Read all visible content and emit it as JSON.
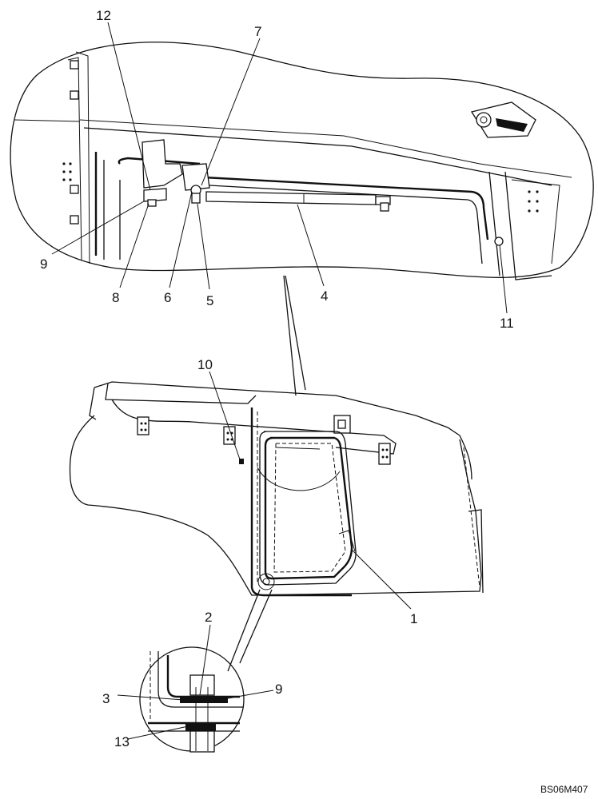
{
  "callouts": [
    {
      "id": "c12",
      "text": "12"
    },
    {
      "id": "c7",
      "text": "7"
    },
    {
      "id": "c9a",
      "text": "9"
    },
    {
      "id": "c8",
      "text": "8"
    },
    {
      "id": "c6",
      "text": "6"
    },
    {
      "id": "c5",
      "text": "5"
    },
    {
      "id": "c4",
      "text": "4"
    },
    {
      "id": "c11",
      "text": "11"
    },
    {
      "id": "c10",
      "text": "10"
    },
    {
      "id": "c1",
      "text": "1"
    },
    {
      "id": "c2",
      "text": "2"
    },
    {
      "id": "c9b",
      "text": "9"
    },
    {
      "id": "c3",
      "text": "3"
    },
    {
      "id": "c13",
      "text": "13"
    }
  ],
  "drawing_code": "BS06M407"
}
